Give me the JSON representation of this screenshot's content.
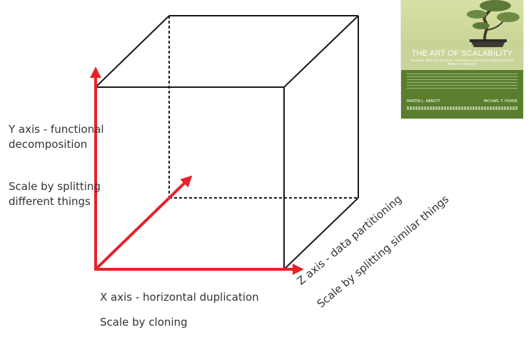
{
  "axes": {
    "y": {
      "title": "Y axis - functional decomposition",
      "subtitle": "Scale by splitting different things"
    },
    "x": {
      "title": "X axis - horizontal duplication",
      "subtitle": "Scale by cloning"
    },
    "z": {
      "title": "Z axis - data partitioning",
      "subtitle": "Scale by splitting similar things"
    }
  },
  "book": {
    "title": "THE ART OF SCALABILITY",
    "subtitle": "Scalable Web Architecture, Processes, and Organizations for the Modern Enterprise",
    "author_1": "MARTIN L. ABBOTT",
    "author_2": "MICHAEL T. FISHER"
  },
  "colors": {
    "arrow": "#e8202a",
    "cube_line": "#1a1a1a",
    "book_green": "#5a7e2e"
  }
}
